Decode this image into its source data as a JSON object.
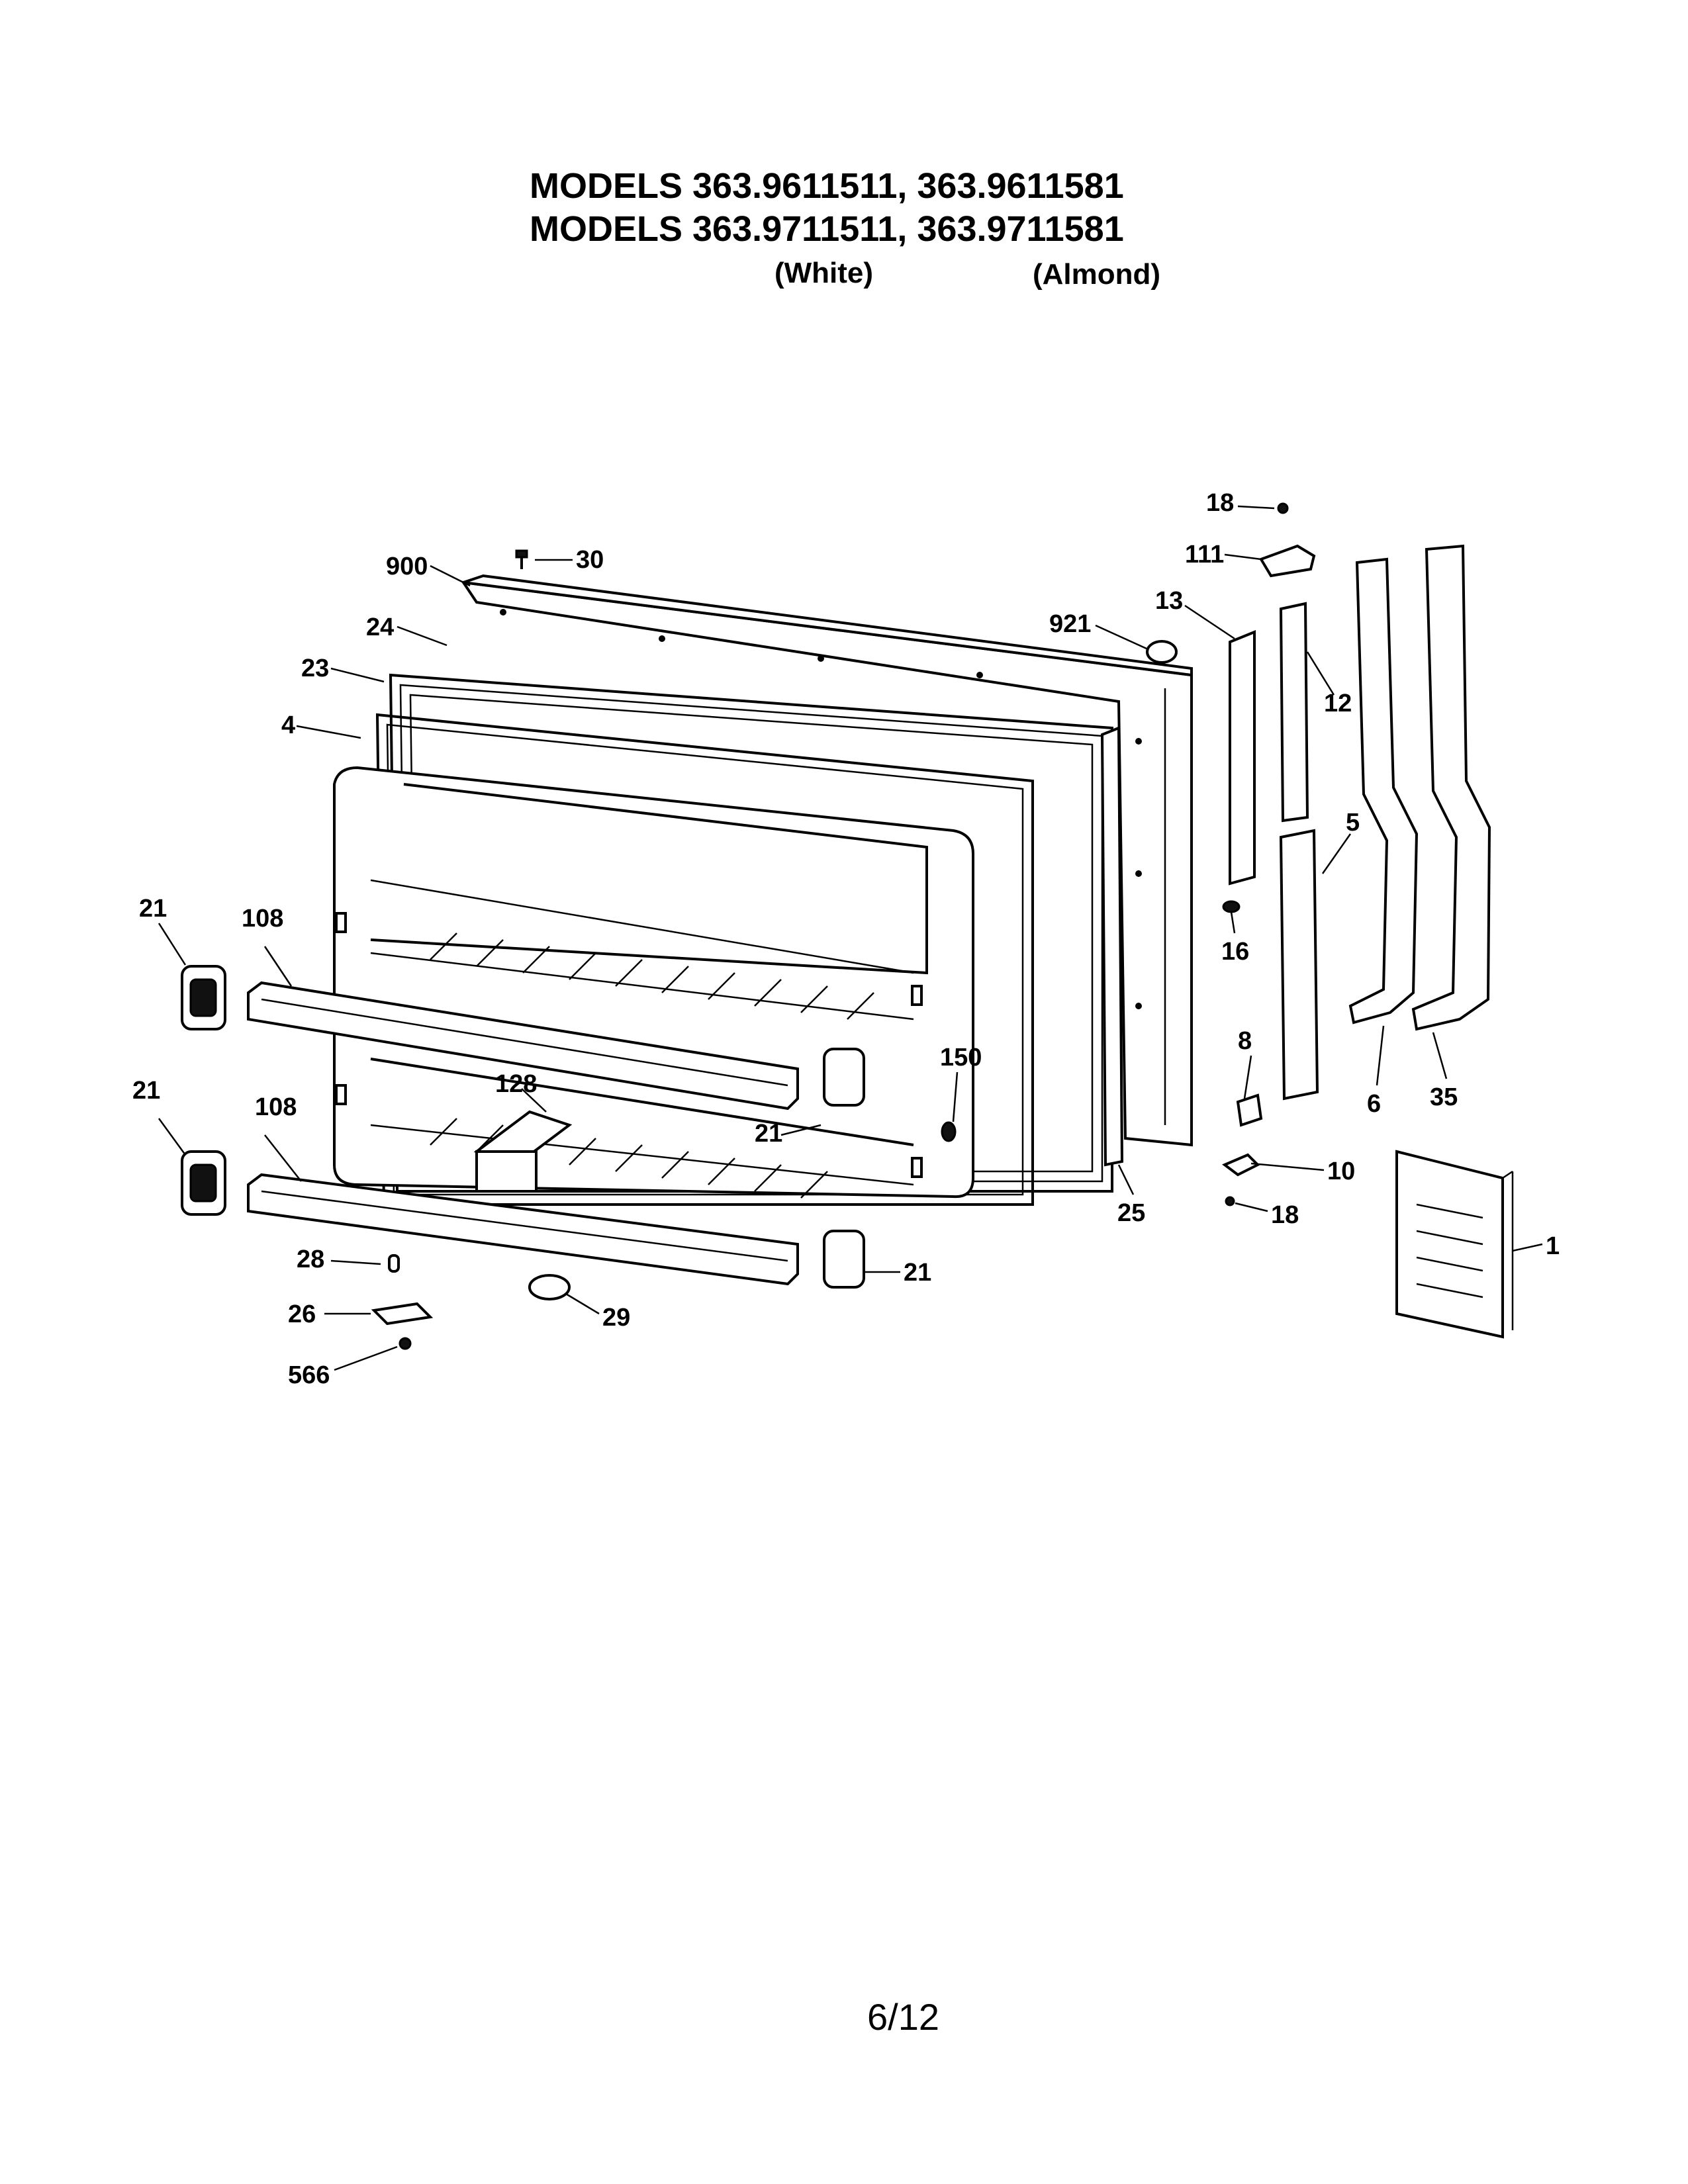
{
  "header": {
    "models_line_1": "MODELS 363.9611511, 363.9611581",
    "models_line_2": "MODELS 363.9711511, 363.9711581",
    "color_white": "(White)",
    "color_almond": "(Almond)"
  },
  "callouts": {
    "c900": "900",
    "c30": "30",
    "c24": "24",
    "c23": "23",
    "c4": "4",
    "c921": "921",
    "c13": "13",
    "c12": "12",
    "c18_top": "18",
    "c111": "111",
    "c5": "5",
    "c16": "16",
    "c8": "8",
    "c10": "10",
    "c18_bottom": "18",
    "c6": "6",
    "c35": "35",
    "c1": "1",
    "c25": "25",
    "c21_left_top": "21",
    "c108_top": "108",
    "c21_left_bottom": "21",
    "c108_bottom": "108",
    "c128": "128",
    "c150": "150",
    "c21_mid": "21",
    "c21_bottom": "21",
    "c28": "28",
    "c26": "26",
    "c566": "566",
    "c29": "29"
  },
  "footer": {
    "page_number": "6/12"
  }
}
